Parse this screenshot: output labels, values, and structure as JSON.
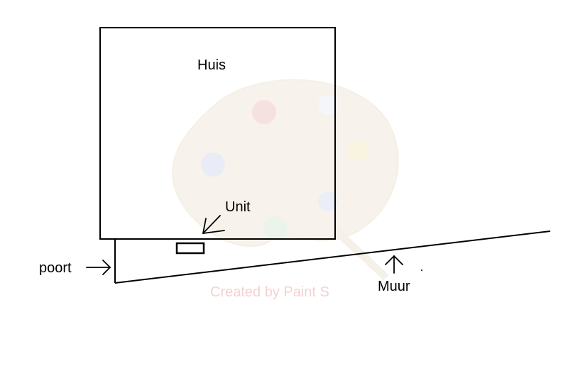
{
  "labels": {
    "house": "Huis",
    "unit": "Unit",
    "gate": "poort",
    "wall": "Muur"
  },
  "watermark": {
    "text": "Created by Paint S",
    "icon": "paint-palette-icon"
  },
  "colors": {
    "line": "#000000",
    "background": "#ffffff",
    "watermark_text": "#f3d2d2",
    "watermark_palette": "#f4efe3"
  }
}
